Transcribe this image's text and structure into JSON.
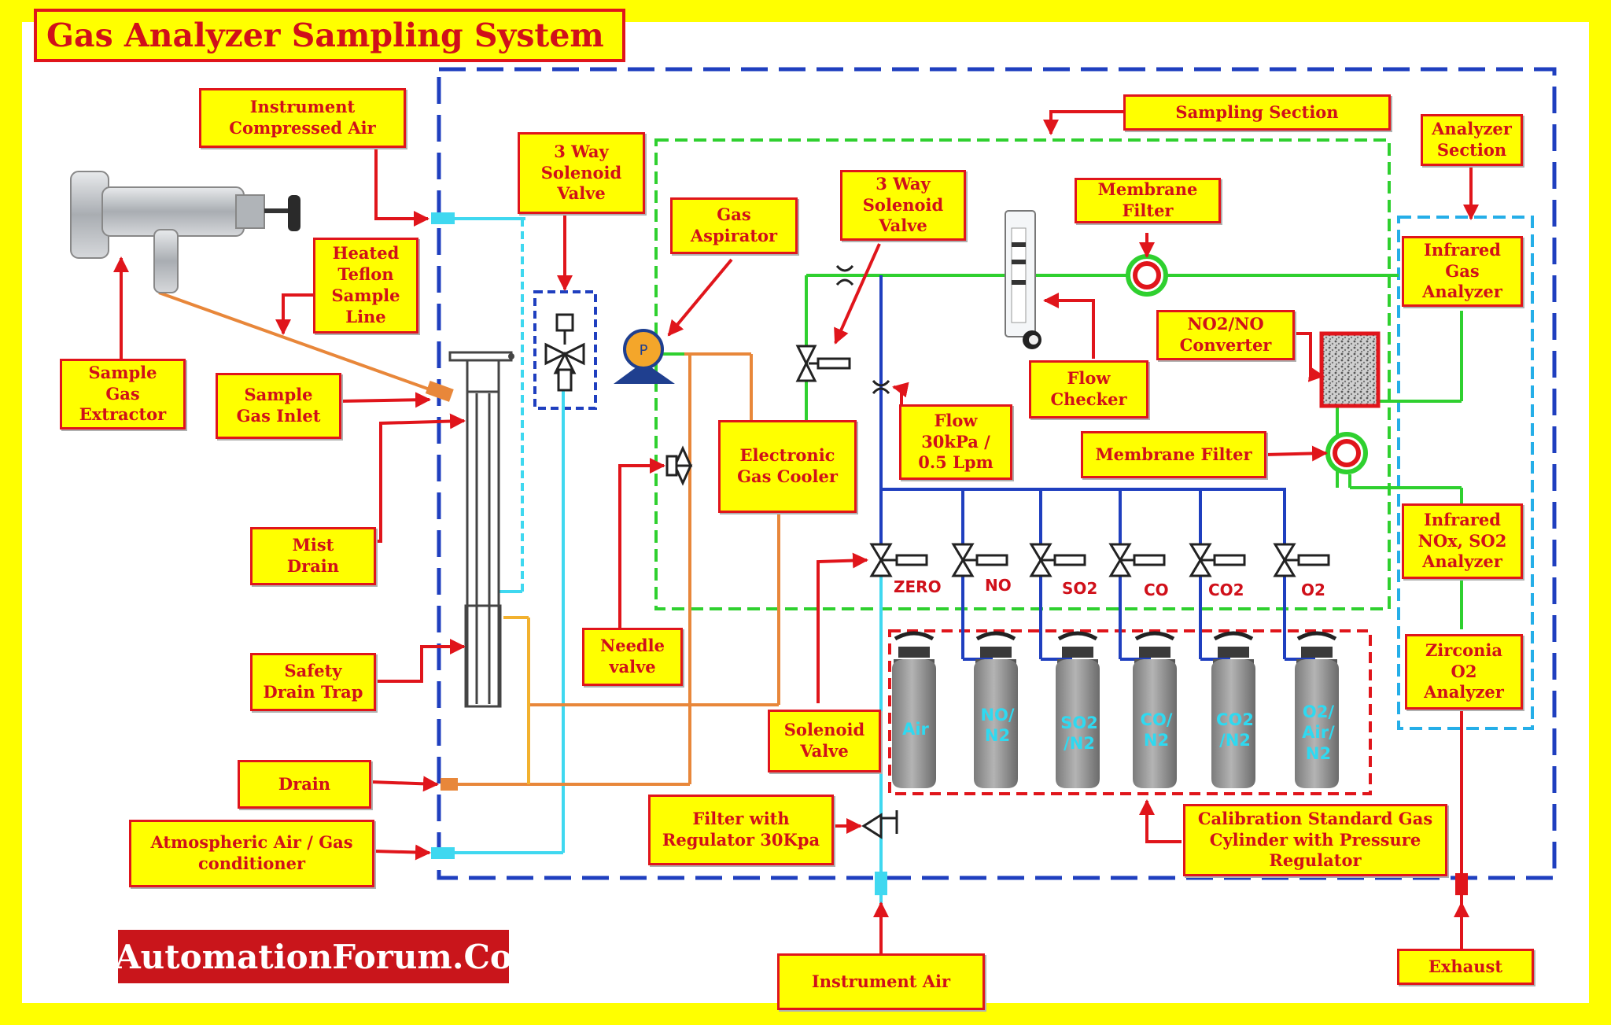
{
  "title": "Gas Analyzer Sampling System",
  "brand": "AutomationForum.Co",
  "labels": {
    "instrument_compressed_air": "Instrument\nCompressed Air",
    "solenoid_3way_left": "3 Way\nSolenoid\nValve",
    "gas_aspirator": "Gas\nAspirator",
    "solenoid_3way_sampling": "3 Way\nSolenoid\nValve",
    "sampling_section": "Sampling Section",
    "analyzer_section": "Analyzer\nSection",
    "membrane_filter_top": "Membrane Filter",
    "heated_teflon_sample_line": "Heated\nTeflon\nSample\nLine",
    "sample_gas_extractor": "Sample\nGas\nExtractor",
    "sample_gas_inlet": "Sample\nGas Inlet",
    "infrared_gas_analyzer": "Infrared\nGas\nAnalyzer",
    "no2_no_converter": "NO2/NO\nConverter",
    "flow_checker": "Flow\nChecker",
    "flow_rate": "Flow\n30kPa /\n0.5 Lpm",
    "electronic_gas_cooler": "Electronic\nGas Cooler",
    "membrane_filter_bottom": "Membrane Filter",
    "infrared_nox_so2_analyzer": "Infrared\nNOx, SO2\nAnalyzer",
    "mist_drain": "Mist\nDrain",
    "needle_valve": "Needle\nvalve",
    "zirconia_o2_analyzer": "Zirconia\nO2\nAnalyzer",
    "safety_drain_trap": "Safety\nDrain Trap",
    "solenoid_valve": "Solenoid\nValve",
    "drain": "Drain",
    "atmospheric_air_gas_conditioner": "Atmospheric Air / Gas\nconditioner",
    "filter_with_regulator": "Filter with\nRegulator 30Kpa",
    "calibration_standard_gas_cylinder": "Calibration Standard Gas\nCylinder with Pressure\nRegulator",
    "instrument_air": "Instrument Air",
    "exhaust": "Exhaust"
  },
  "valves": [
    "ZERO",
    "NO",
    "SO2",
    "CO",
    "CO2",
    "O2"
  ],
  "cylinders": [
    "Air",
    "NO/\nN2",
    "SO2\n/N2",
    "CO/\nN2",
    "CO2\n/N2",
    "O2/\nAir/\nN2"
  ],
  "colors": {
    "frame": "#ffff00",
    "label_fill": "#ffff00",
    "label_text": "#d0101a",
    "system_boundary": "#1f3fbf",
    "sampling_section": "#2fd02f",
    "analyzer_section": "#25aee8",
    "calibration_section": "#e0151b",
    "instrument_air_line": "#3fd8f0",
    "drain_line": "#e8873a",
    "brand_fill": "#c9151b"
  }
}
